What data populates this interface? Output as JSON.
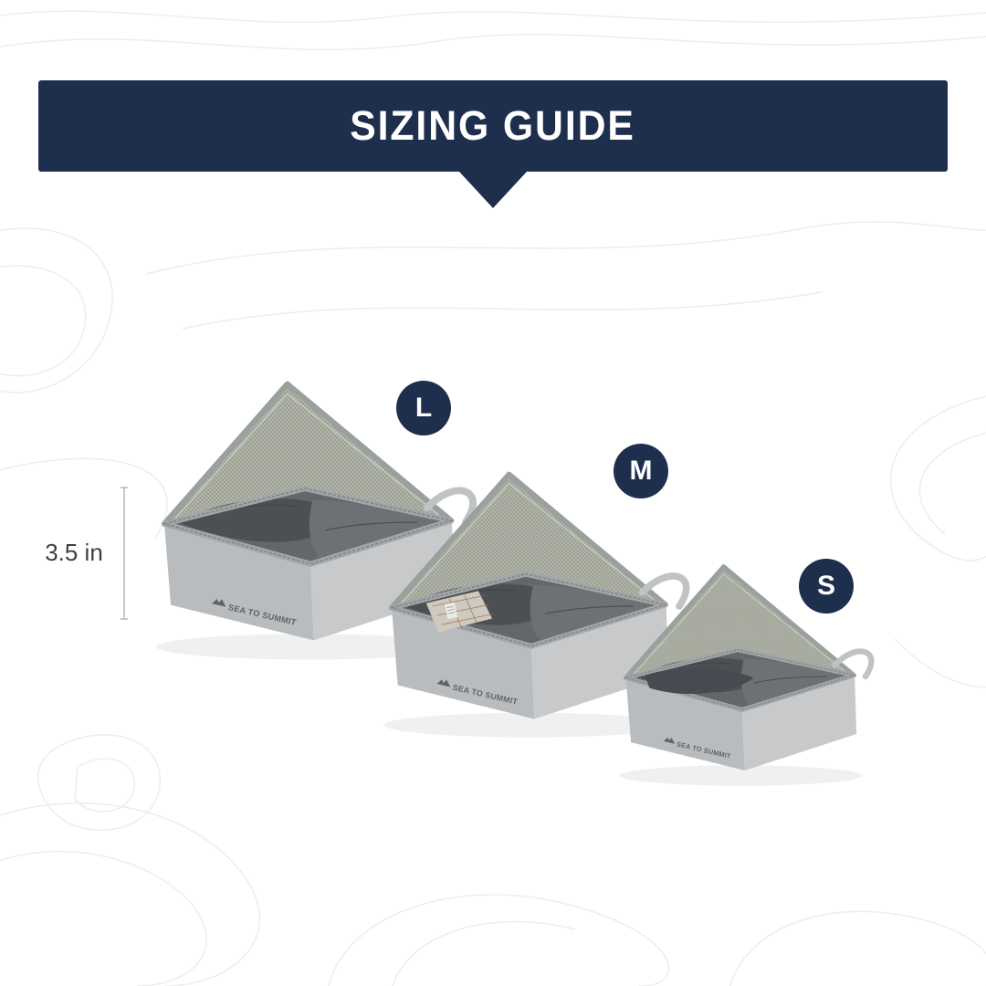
{
  "banner": {
    "title": "SIZING GUIDE"
  },
  "badges": [
    {
      "label": "L"
    },
    {
      "label": "M"
    },
    {
      "label": "S"
    }
  ],
  "dimension": {
    "label": "3.5 in"
  },
  "brand": {
    "name": "SEA TO SUMMIT"
  },
  "colors": {
    "navy": "#1e2f4e",
    "bag_fabric_light": "#c7c9cb",
    "bag_fabric_shade": "#b9bcbe",
    "mesh": "#b8bbb0",
    "contents_dark": "#4d5053",
    "contour_line": "#ededed",
    "dimension_text": "#3f3f3f",
    "dimension_line": "#c8c8c8"
  }
}
